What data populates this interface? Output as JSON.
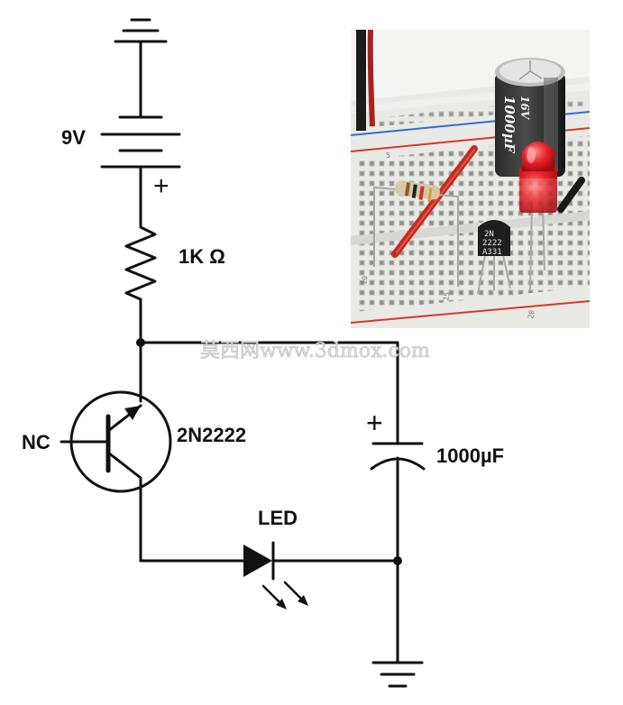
{
  "labels": {
    "battery": "9V",
    "battery_plus": "+",
    "resistor": "1K Ω",
    "transistor": "2N2222",
    "base_pin": "NC",
    "capacitor_plus": "+",
    "capacitor": "1000µF",
    "led": "LED"
  },
  "watermark": "莫西网www.3dmox.com",
  "photo": {
    "capacitor_marking": "1000µF",
    "capacitor_voltage": "16V",
    "transistor_marking_1": "2N",
    "transistor_marking_2": "2222",
    "transistor_marking_3": "A331",
    "row_numbers": [
      "5",
      "10",
      "15",
      "20"
    ]
  },
  "colors": {
    "wire": "#111111",
    "led_red": "#e8242a",
    "breadboard": "#e9e9e6",
    "rail_red": "#d9352f",
    "rail_blue": "#3a6bd0"
  }
}
